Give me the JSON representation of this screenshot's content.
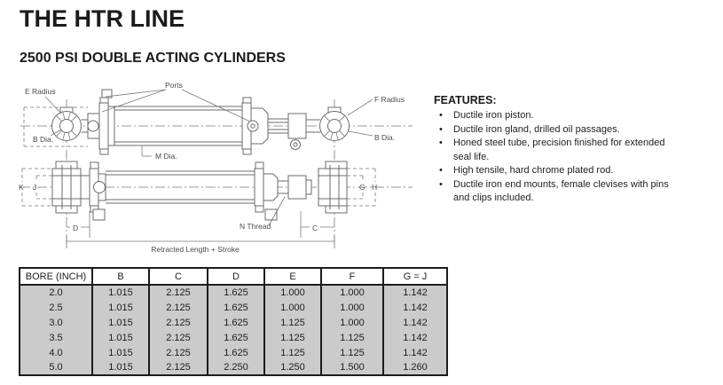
{
  "page": {
    "title": "THE HTR LINE",
    "subtitle": "2500 PSI DOUBLE ACTING CYLINDERS"
  },
  "features": {
    "heading": "FEATURES:",
    "items": [
      "Ductile iron piston.",
      "Ductile iron gland, drilled oil passages.",
      "Honed steel tube, precision finished for extended seal life.",
      "High tensile, hard chrome plated rod.",
      "Ductile iron end mounts, female clevises with pins and clips included."
    ]
  },
  "diagram": {
    "labels": {
      "e_radius": "E Radius",
      "ports": "Ports",
      "f_radius": "F Radius",
      "b_dia_left": "B Dia.",
      "b_dia_right": "B Dia.",
      "m_dia": "M Dia.",
      "k": "K",
      "j": "J",
      "g": "G",
      "h": "H",
      "d": "D",
      "c": "C",
      "n_thread": "N Thread",
      "retracted_length": "Retracted Length + Stroke"
    }
  },
  "table": {
    "headers": [
      "BORE (INCH)",
      "B",
      "C",
      "D",
      "E",
      "F",
      "G = J"
    ],
    "rows": [
      [
        "2.0",
        "1.015",
        "2.125",
        "1.625",
        "1.000",
        "1.000",
        "1.142"
      ],
      [
        "2.5",
        "1.015",
        "2.125",
        "1.625",
        "1.000",
        "1.000",
        "1.142"
      ],
      [
        "3.0",
        "1.015",
        "2.125",
        "1.625",
        "1.125",
        "1.000",
        "1.142"
      ],
      [
        "3.5",
        "1.015",
        "2.125",
        "1.625",
        "1.125",
        "1.125",
        "1.142"
      ],
      [
        "4.0",
        "1.015",
        "2.125",
        "1.625",
        "1.125",
        "1.125",
        "1.142"
      ],
      [
        "5.0",
        "1.015",
        "2.125",
        "2.250",
        "1.250",
        "1.500",
        "1.260"
      ]
    ]
  },
  "colors": {
    "text": "#1d1d1d",
    "drawing_line": "#6b6b6b",
    "drawing_text": "#4a4a4a",
    "table_border": "#1c1c1c",
    "table_row_bg": "#cbcbcb"
  }
}
